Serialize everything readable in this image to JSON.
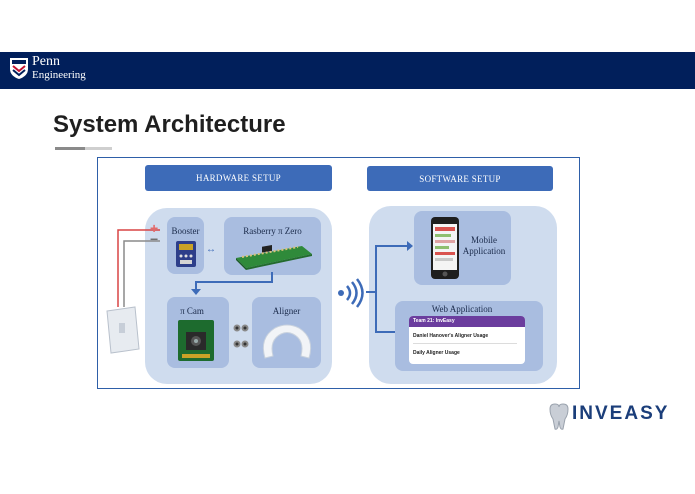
{
  "header": {
    "logo_line1": "Penn",
    "logo_line2": "Engineering"
  },
  "page_title": "System Architecture",
  "diagram": {
    "hardware_setup_label": "HARDWARE SETUP",
    "software_setup_label": "SOFTWARE SETUP",
    "booster_label": "Booster",
    "raspberry_label": "Rasberry π Zero",
    "picam_label": "π Cam",
    "aligner_label": "Aligner",
    "mobile_label_line1": "Mobile",
    "mobile_label_line2": "Application",
    "web_app_label": "Web Application",
    "web_app_topbar": "Team 21: InvEasy",
    "web_app_row1": "Daniel Hanover's Aligner Usage",
    "web_app_row2": "Daily Aligner Usage",
    "battery_plus": "+",
    "battery_minus": "−"
  },
  "brand": {
    "name": "INVEASY"
  },
  "colors": {
    "header_bar": "#011f5b",
    "setup_header": "#3d6bb8",
    "panel_bg": "#cfdcee",
    "card_bg": "#a9bde0",
    "arrow": "#3d6bb8",
    "brand_text": "#1b3e7a"
  }
}
